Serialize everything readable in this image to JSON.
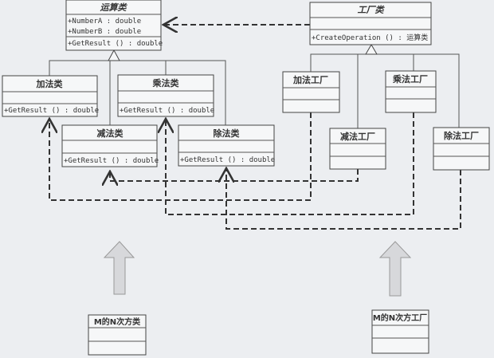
{
  "operation": {
    "title": "运算类",
    "attributes": [
      "+NumberA  : double",
      "+NumberB  : double"
    ],
    "method": "+GetResult () : double"
  },
  "operation_subclasses": [
    {
      "title": "加法类",
      "method": "+GetResult () : double"
    },
    {
      "title": "乘法类",
      "method": "+GetResult () : double"
    },
    {
      "title": "减法类",
      "method": "+GetResult () : double"
    },
    {
      "title": "除法类",
      "method": "+GetResult () : double"
    }
  ],
  "factory": {
    "title": "工厂类",
    "method": "+CreateOperation () : 运算类"
  },
  "factory_subclasses": [
    {
      "title": "加法工厂"
    },
    {
      "title": "乘法工厂"
    },
    {
      "title": "减法工厂"
    },
    {
      "title": "除法工厂"
    }
  ],
  "extensions": {
    "new_class": "M的N次方类",
    "new_factory": "M的N次方工厂"
  }
}
